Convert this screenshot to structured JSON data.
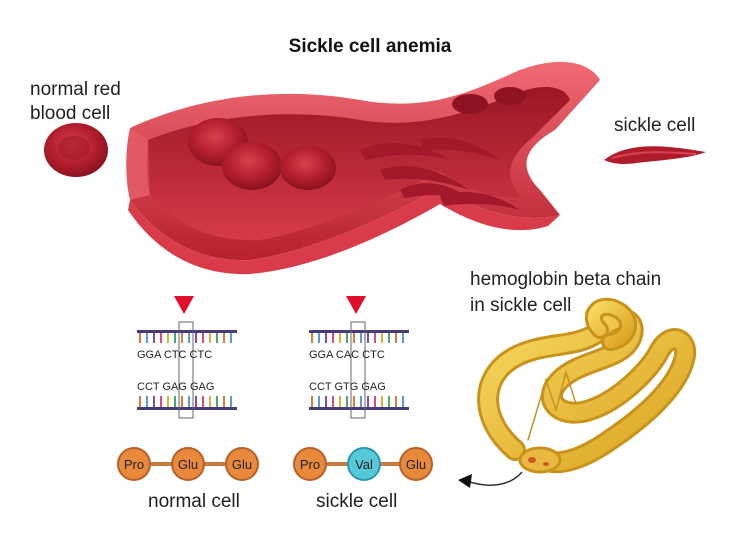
{
  "title": "Sickle cell anemia",
  "labels": {
    "normal_rbc_line1": "normal red",
    "normal_rbc_line2": "blood cell",
    "sickle_cell_top": "sickle cell",
    "hemoglobin_line1": "hemoglobin beta chain",
    "hemoglobin_line2": "in sickle cell",
    "normal_cell_caption": "normal cell",
    "sickle_cell_caption": "sickle cell"
  },
  "dna": {
    "normal": {
      "top_strand": "GGA CTC CTC",
      "bottom_strand": "CCT GAG GAG"
    },
    "sickle": {
      "top_strand": "GGA CAC CTC",
      "bottom_strand": "CCT GTG GAG"
    }
  },
  "amino_acids": {
    "normal": [
      "Pro",
      "Glu",
      "Glu"
    ],
    "sickle": [
      "Pro",
      "Val",
      "Glu"
    ]
  },
  "colors": {
    "blood": "#c8283a",
    "blood_dark": "#9e1a2a",
    "vessel_light": "#e6505e",
    "marker": "#e0102a",
    "amino_orange": "#e8893c",
    "amino_valine": "#56c8d8",
    "protein_yellow": "#f2c23a"
  }
}
